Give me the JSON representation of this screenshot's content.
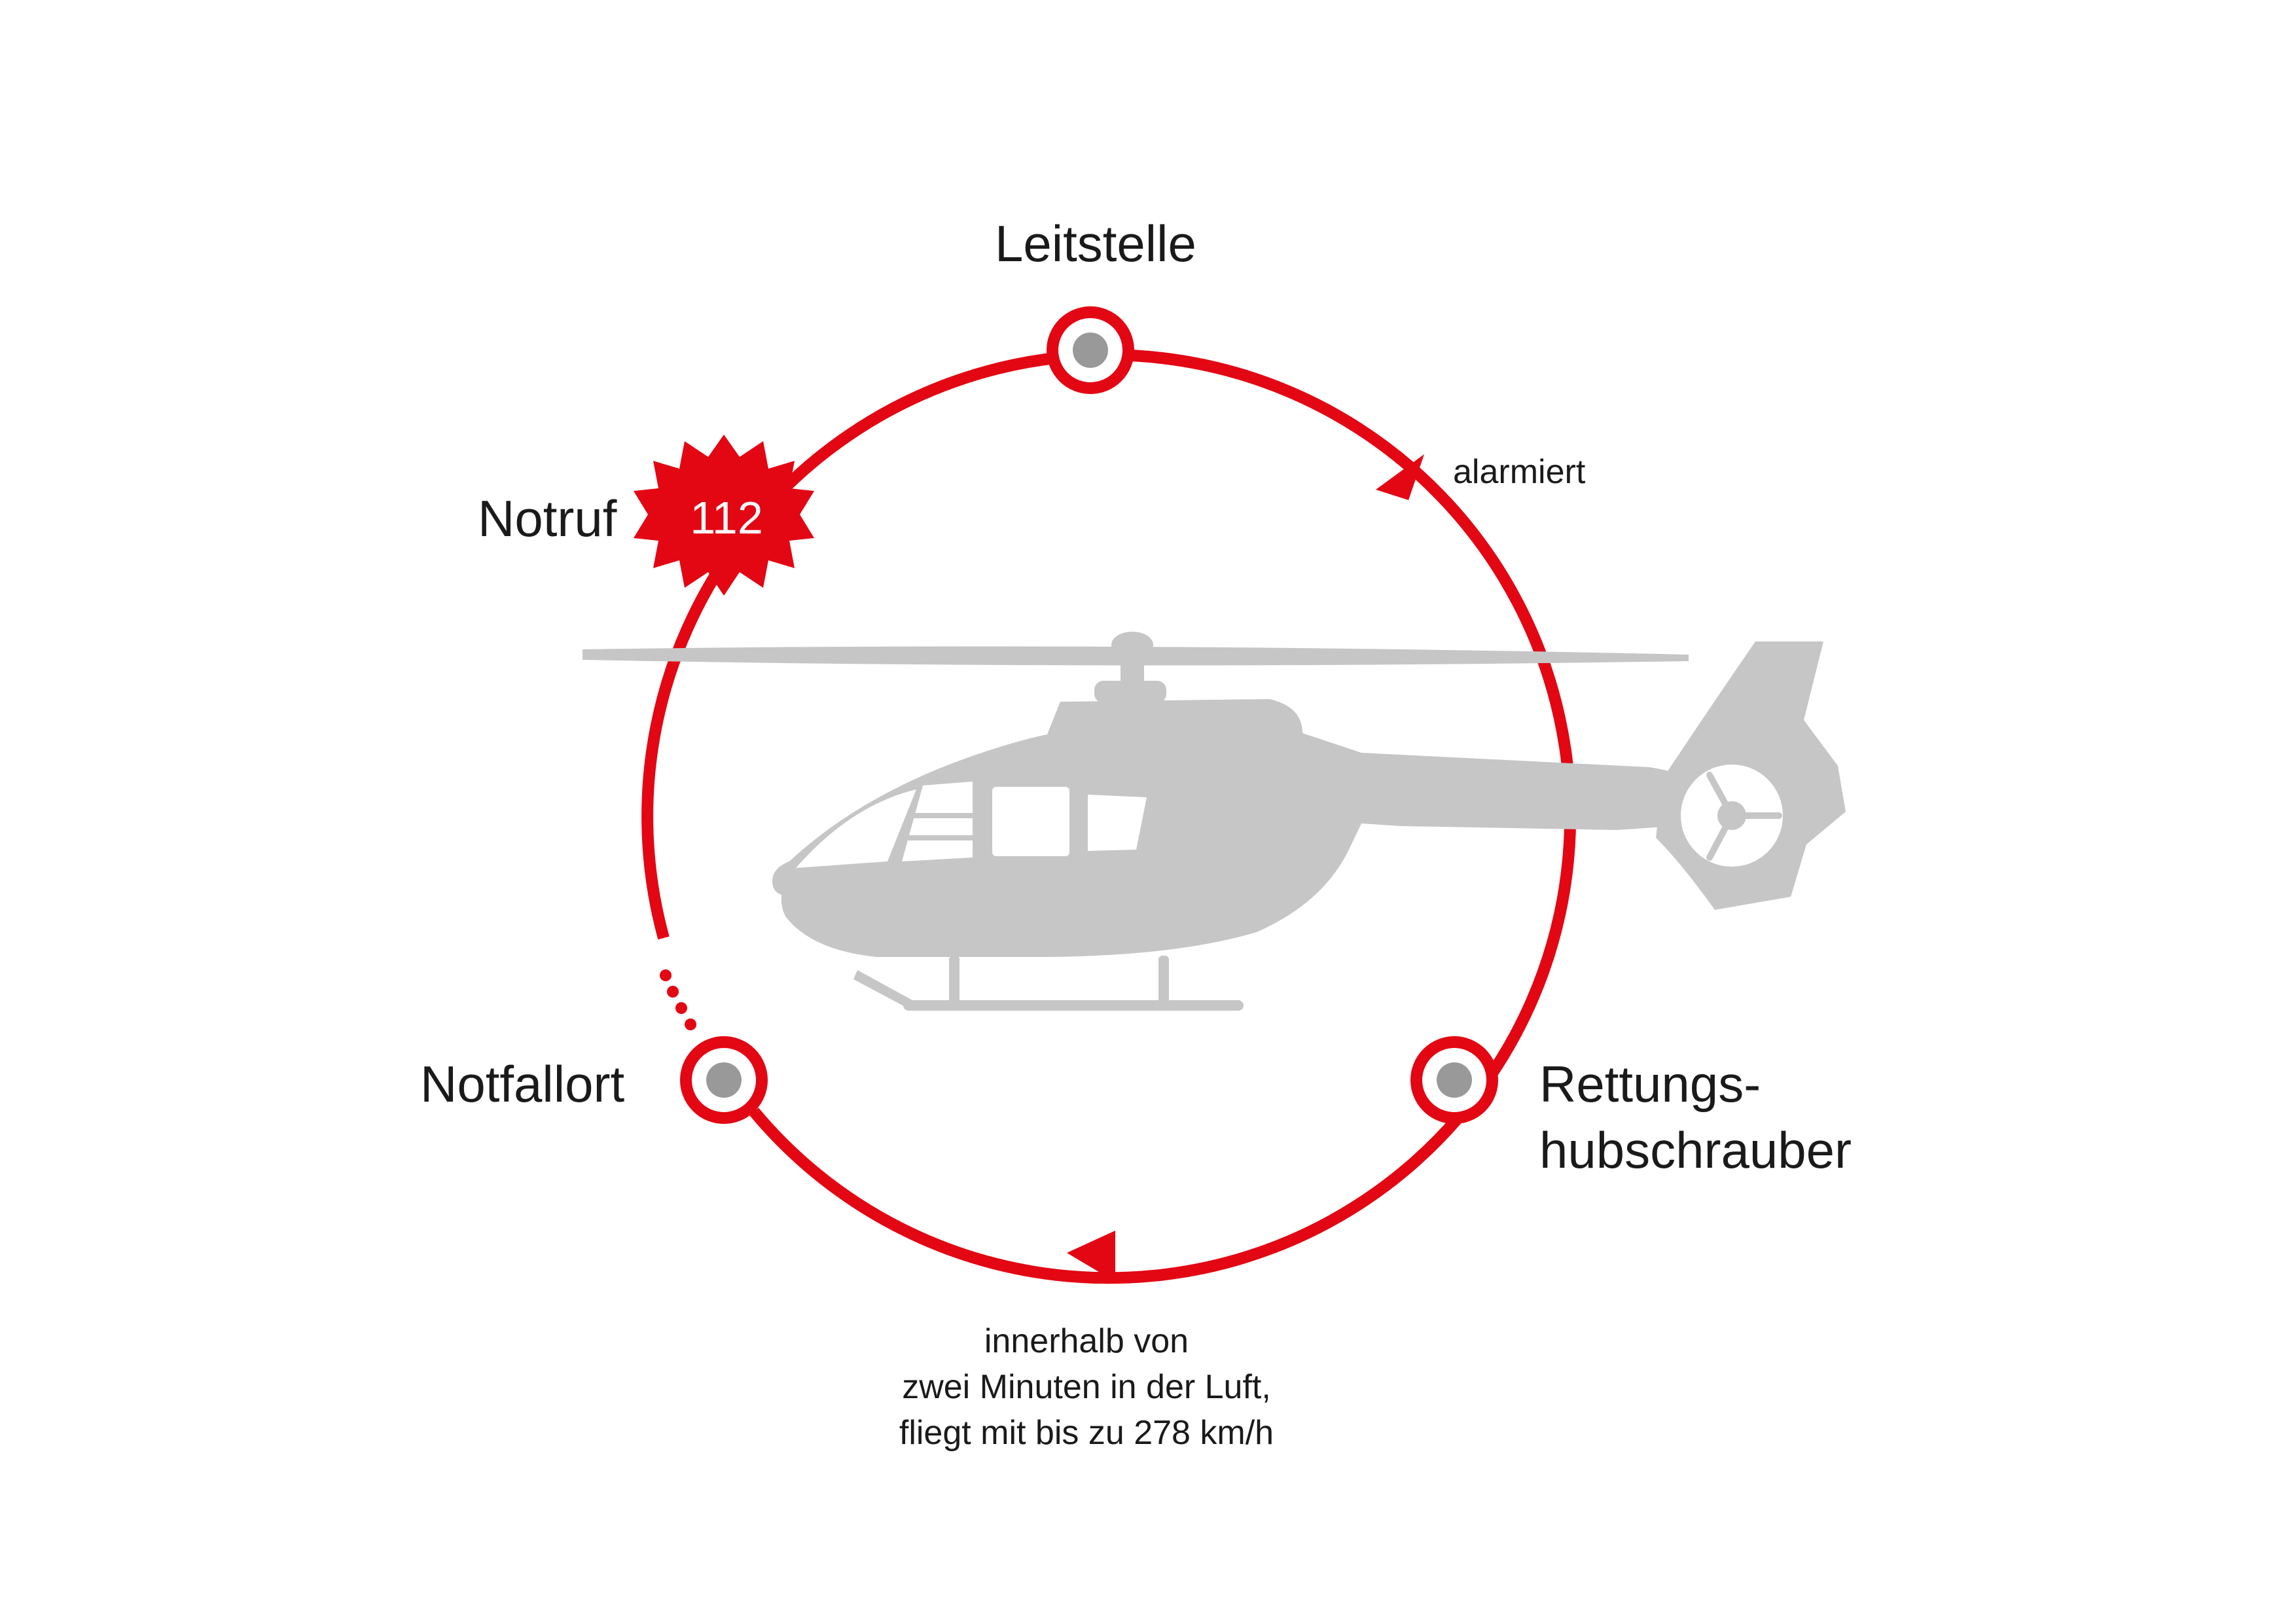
{
  "nodes": {
    "leitstelle": "Leitstelle",
    "notruf": "Notruf",
    "notruf_number": "112",
    "notfallort": "Notfallort",
    "rettung_line1": "Rettungs-",
    "rettung_line2": "hubschrauber"
  },
  "edges": {
    "alarmiert": "alarmiert",
    "flight_line1": "innerhalb von",
    "flight_line2": "zwei Minuten in der Luft,",
    "flight_line3": "fliegt mit bis zu 278 km/h"
  },
  "colors": {
    "accent": "#e30613",
    "node_fill": "#999999",
    "helicopter": "#c6c6c6"
  },
  "icons": {
    "center": "helicopter-icon",
    "badge": "starburst-icon"
  }
}
